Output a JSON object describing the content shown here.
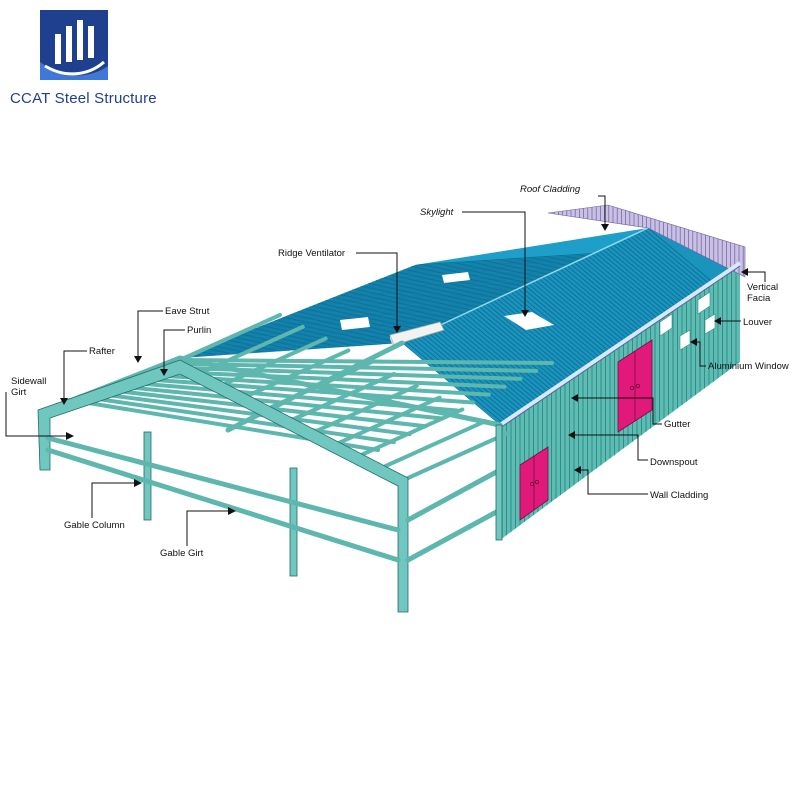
{
  "brand": {
    "name": "CCAT Steel Structure",
    "colors": {
      "dark": "#1f3f8f",
      "light": "#3f78d6"
    }
  },
  "colors": {
    "roof": "#1e9fc9",
    "roof_rib": "#0d6f97",
    "steel": "#6fc7bf",
    "wall": "#5fbcb4",
    "parapet": "#c9c0e3",
    "door": "#e0197a"
  },
  "labels": {
    "roof_cladding": "Roof Cladding",
    "skylight": "Skylight",
    "ridge_ventilator": "Ridge Ventilator",
    "eave_strut": "Eave Strut",
    "purlin": "Purlin",
    "rafter": "Rafter",
    "sidewall_girt_1": "Sidewall",
    "sidewall_girt_2": "Girt",
    "gable_column": "Gable Column",
    "gable_girt": "Gable Girt",
    "vertical_facia_1": "Vertical",
    "vertical_facia_2": "Facia",
    "louver": "Louver",
    "aluminium_window": "Aluminium Window",
    "gutter": "Gutter",
    "downspout": "Downspout",
    "wall_cladding": "Wall Cladding"
  }
}
